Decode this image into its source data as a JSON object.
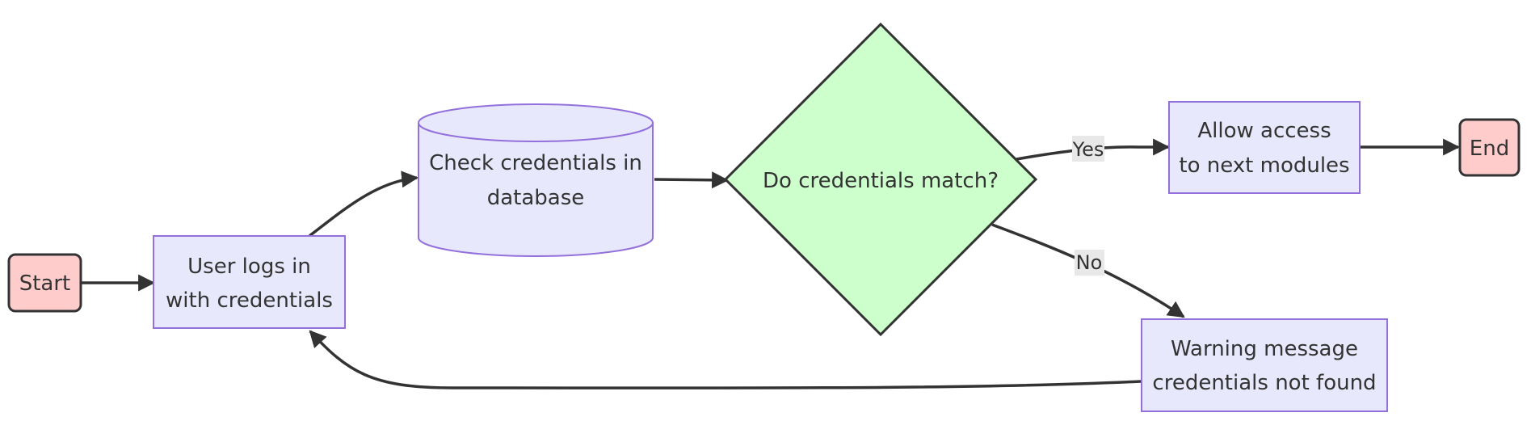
{
  "diagram": {
    "nodes": {
      "start": {
        "label": "Start",
        "shape": "rounded-rect",
        "fill": "#ffcccc",
        "stroke": "#333333"
      },
      "login": {
        "line1": "User logs in",
        "line2": "with credentials",
        "shape": "rect",
        "fill": "#e8e8fc",
        "stroke": "#9370db"
      },
      "check_db": {
        "line1": "Check credentials in",
        "line2": "database",
        "shape": "cylinder",
        "fill": "#e8e8fc",
        "stroke": "#9370db"
      },
      "decision": {
        "label": "Do credentials match?",
        "shape": "diamond",
        "fill": "#ccffcc",
        "stroke": "#333333"
      },
      "allow": {
        "line1": "Allow access",
        "line2": "to next modules",
        "shape": "rect",
        "fill": "#e8e8fc",
        "stroke": "#9370db"
      },
      "end": {
        "label": "End",
        "shape": "rounded-rect",
        "fill": "#ffcccc",
        "stroke": "#333333"
      },
      "warning": {
        "line1": "Warning message",
        "line2": "credentials not found",
        "shape": "rect",
        "fill": "#e8e8fc",
        "stroke": "#9370db"
      }
    },
    "edges": [
      {
        "from": "start",
        "to": "login",
        "label": ""
      },
      {
        "from": "login",
        "to": "check_db",
        "label": ""
      },
      {
        "from": "check_db",
        "to": "decision",
        "label": ""
      },
      {
        "from": "decision",
        "to": "allow",
        "label": "Yes"
      },
      {
        "from": "allow",
        "to": "end",
        "label": ""
      },
      {
        "from": "decision",
        "to": "warning",
        "label": "No"
      },
      {
        "from": "warning",
        "to": "login",
        "label": ""
      }
    ],
    "colors": {
      "edge": "#333333",
      "edge_label_bg": "#e8e8e8"
    }
  }
}
